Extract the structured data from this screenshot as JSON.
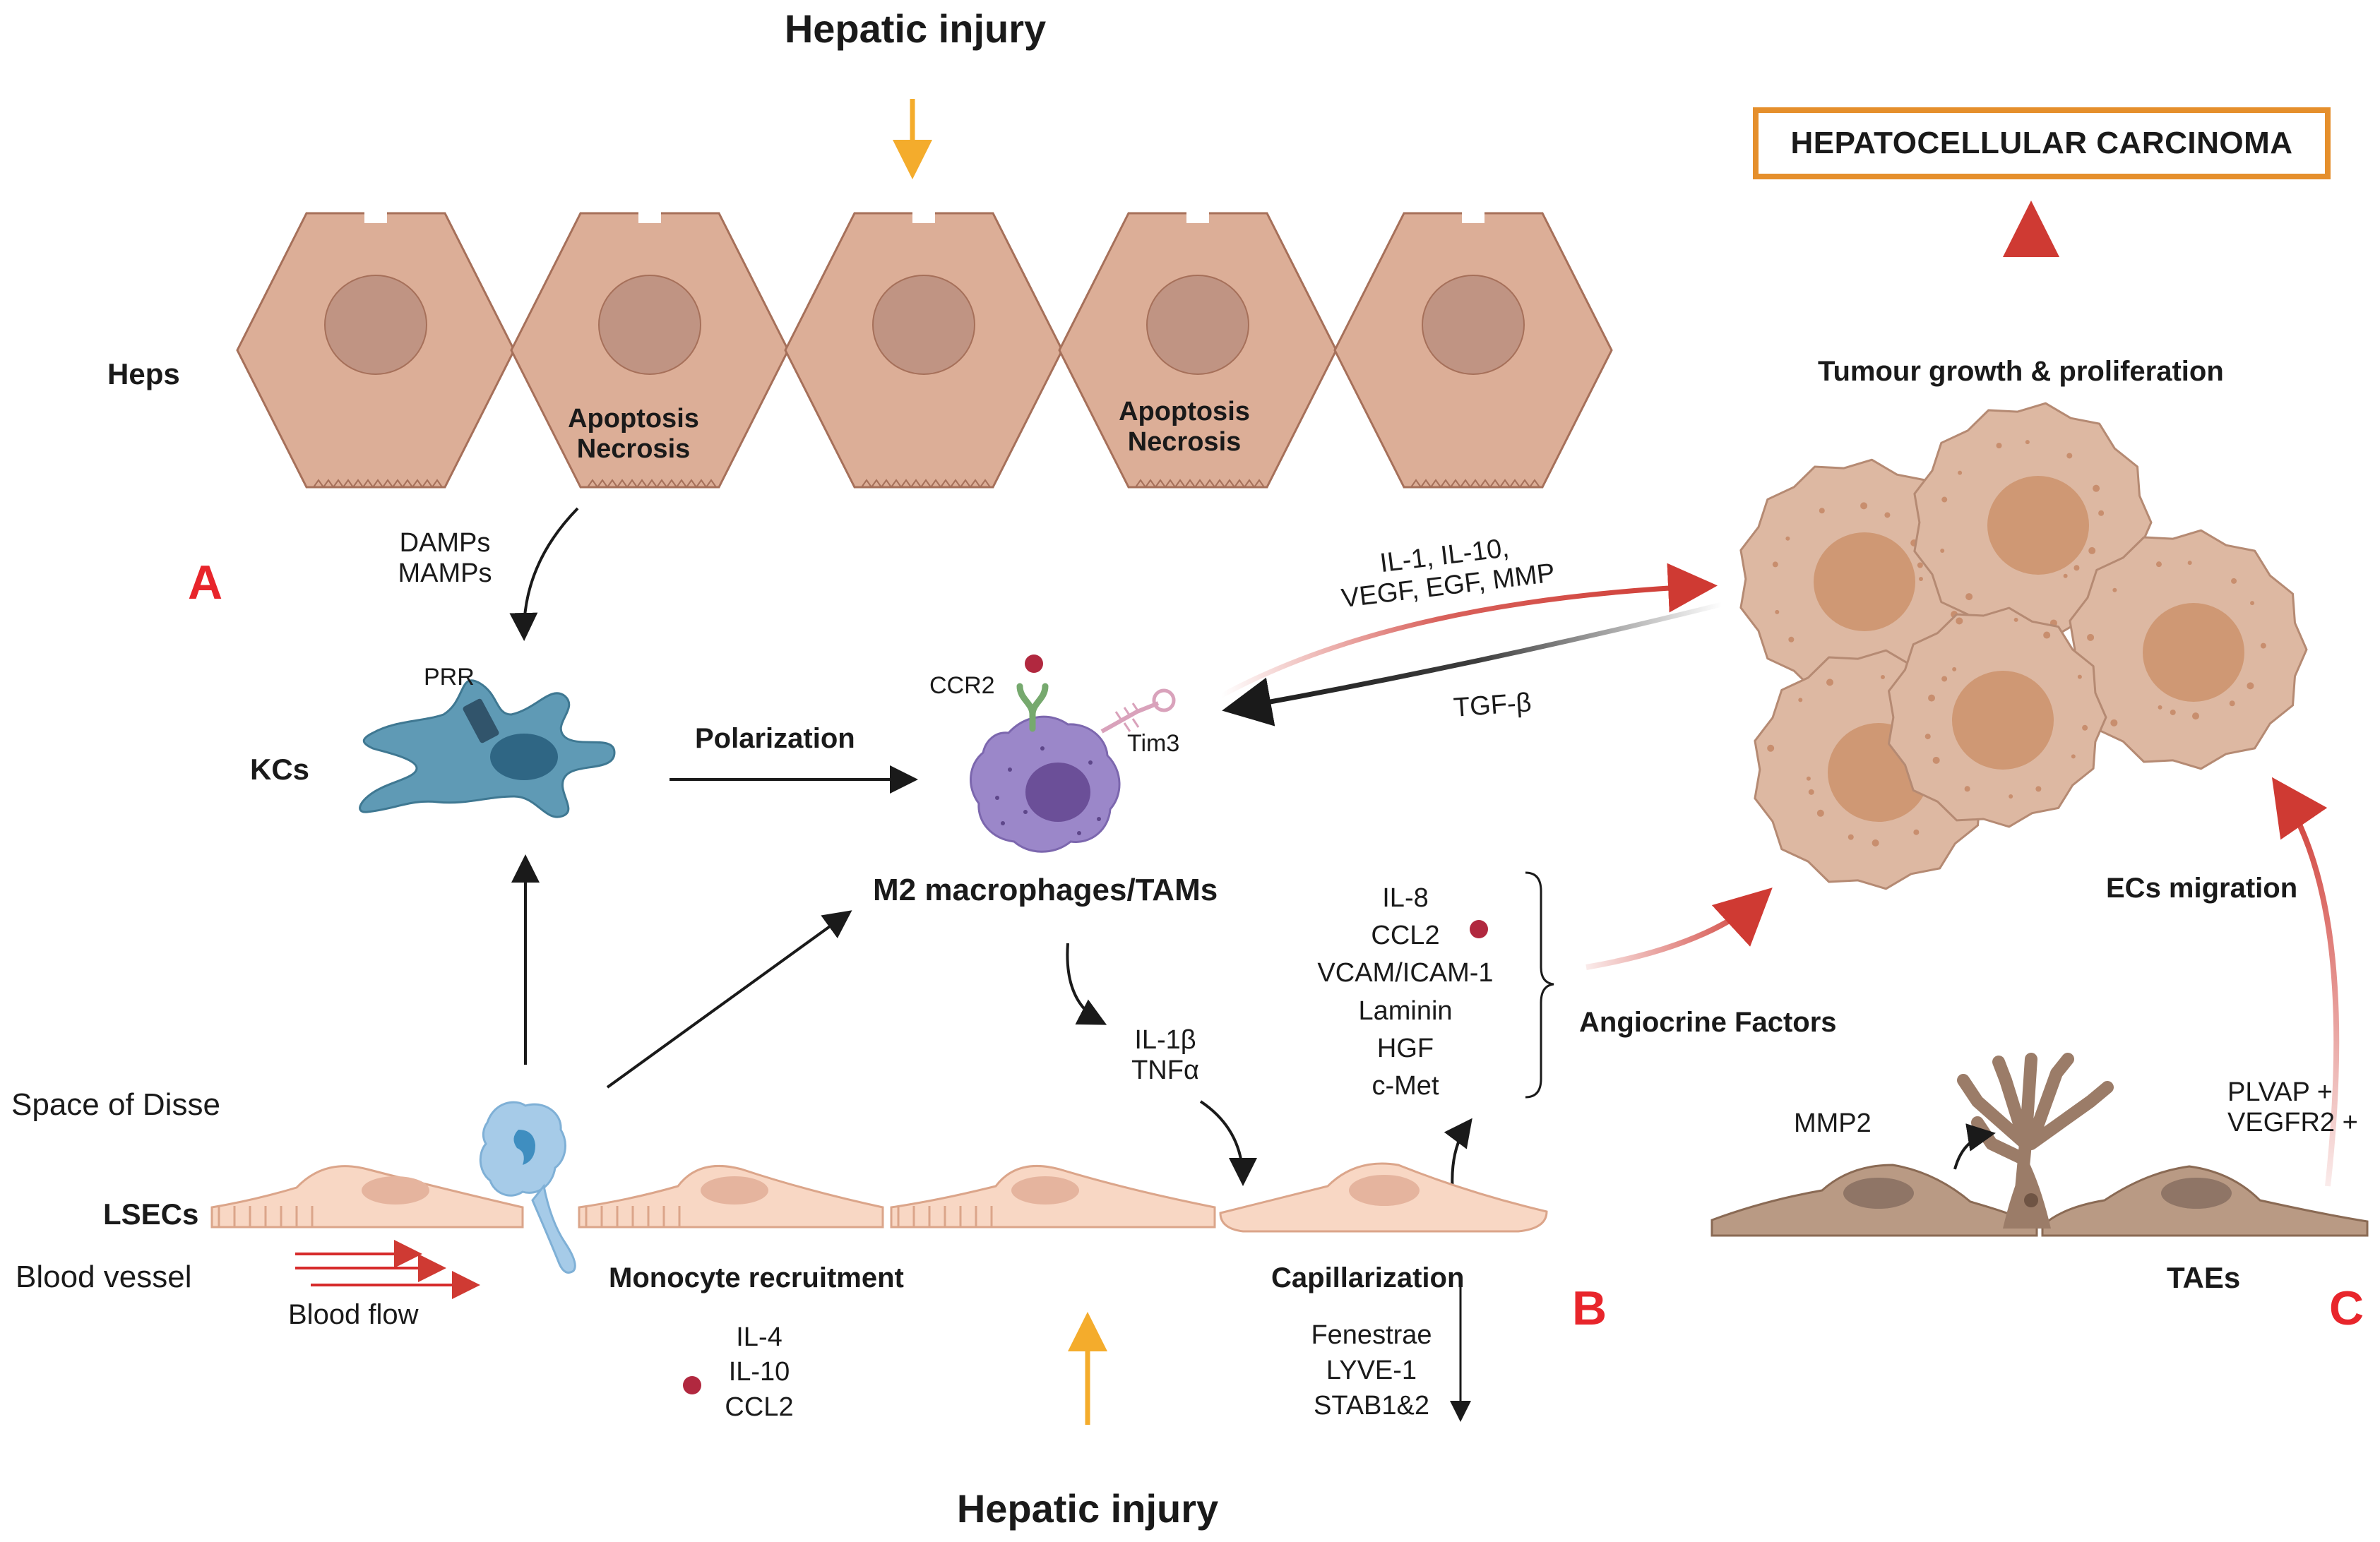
{
  "titles": {
    "hepatic_injury_top": "Hepatic injury",
    "hepatic_injury_bottom": "Hepatic injury",
    "hcc": "HEPATOCELLULAR CARCINOMA"
  },
  "panels": {
    "a": "A",
    "b": "B",
    "c": "C"
  },
  "cell_labels": {
    "heps": "Heps",
    "kcs": "KCs",
    "lsecs": "LSECs",
    "m2": "M2 macrophages/TAMs",
    "taes": "TAEs",
    "prr": "PRR",
    "ccr2": "CCR2",
    "tim3": "Tim3"
  },
  "hep_injury_labels": [
    {
      "l1": "Apoptosis",
      "l2": "Necrosis"
    },
    {
      "l1": "Apoptosis",
      "l2": "Necrosis"
    }
  ],
  "signals": {
    "damps": [
      "DAMPs",
      "MAMPs"
    ],
    "polarization": "Polarization",
    "il_vegf": [
      "IL-1,  IL-10,",
      "VEGF, EGF, MMP"
    ],
    "tgf": "TGF-β",
    "il1b_tnfa": [
      "IL-1β",
      "TNFα"
    ],
    "angiocrine_list": [
      "IL-8",
      "CCL2",
      "VCAM/ICAM-1",
      "Laminin",
      "HGF",
      "c-Met"
    ],
    "angiocrine_factors": "Angiocrine Factors",
    "monocyte_recruitment": "Monocyte recruitment",
    "monocyte_list": [
      "IL-4",
      "IL-10",
      "CCL2"
    ],
    "capillarization": "Capillarization",
    "capillarization_list": [
      "Fenestrae",
      "LYVE-1",
      "STAB1&2"
    ],
    "tumour_growth": "Tumour growth & proliferation",
    "ecs_migration": "ECs migration",
    "mmp2": "MMP2",
    "plvap": [
      "PLVAP +",
      "VEGFR2 +"
    ]
  },
  "spaces": {
    "space_of_disse": "Space of Disse",
    "blood_vessel": "Blood vessel",
    "blood_flow": "Blood flow"
  },
  "colors": {
    "hep_fill": "#dcae97",
    "hep_nucleus": "#c09483",
    "kc_fill": "#5f9ab5",
    "m2_fill": "#9b87c9",
    "m2_nucleus": "#6b4f98",
    "lsec_fill": "#f8d7c4",
    "tumour_fill": "#ddb8a2",
    "tumour_nucleus": "#cf9874",
    "tae_fill": "#b99a84",
    "injury_arrow": "#f4ac2c",
    "red_arrow": "#cf3a33",
    "panel_letter": "#e8252b",
    "hcc_border": "#e58f2c",
    "ccl2_dot": "#b1283f"
  }
}
